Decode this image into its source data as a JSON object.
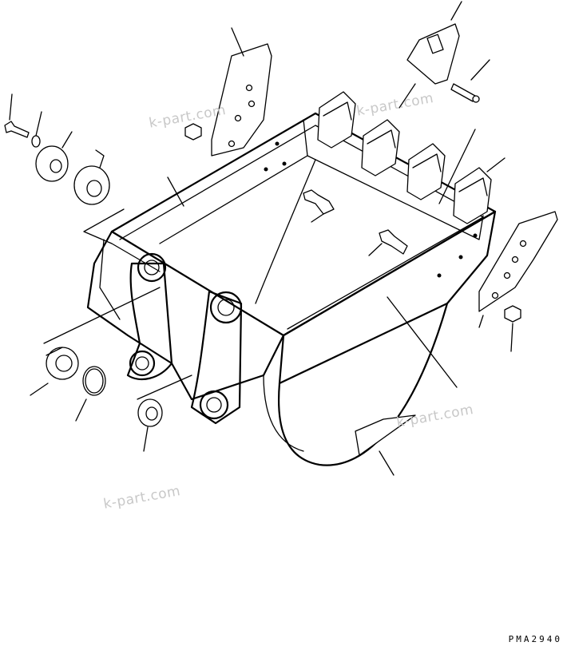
{
  "watermarks": [
    {
      "text": "k-part.com"
    },
    {
      "text": "k-part.com"
    },
    {
      "text": "k-part.com"
    },
    {
      "text": "k-part.com"
    }
  ],
  "drawing_code": "PMA2940",
  "colors": {
    "line": "#000000",
    "watermark": "#c8c8c8",
    "background": "#ffffff"
  }
}
